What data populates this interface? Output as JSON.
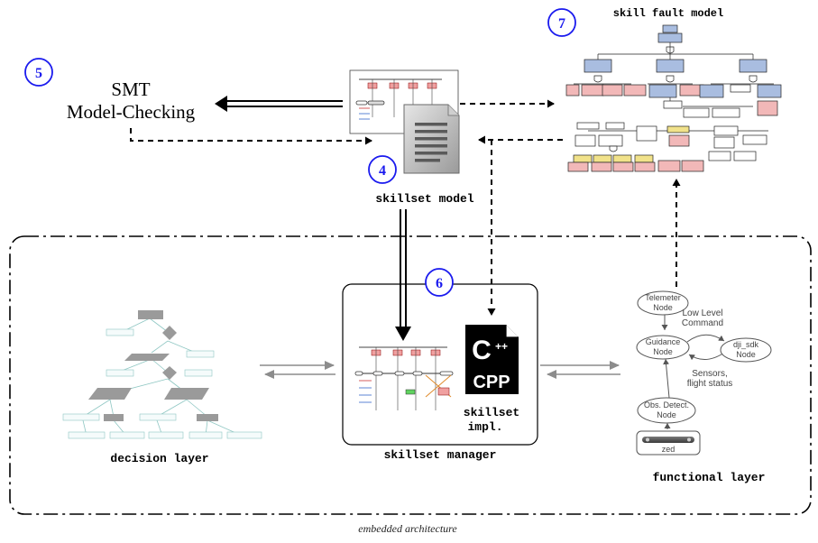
{
  "badges": {
    "smt": "5",
    "skillset_model": "4",
    "skillset_manager": "6",
    "fault_model": "7"
  },
  "smt": {
    "line1": "SMT",
    "line2": "Model-Checking"
  },
  "skillset_model": {
    "label": "skillset model"
  },
  "fault_model": {
    "title": "skill fault model"
  },
  "skillset_manager": {
    "label": "skillset manager",
    "impl_line1": "skillset",
    "impl_line2": "impl.",
    "cpp_text": "CPP",
    "cpp_letter": "C",
    "cpp_plus": "++"
  },
  "decision_layer": {
    "label": "decision layer"
  },
  "functional_layer": {
    "label": "functional layer",
    "nodes": {
      "telemeter": [
        "Telemeter",
        "Node"
      ],
      "guidance": [
        "Guidance",
        "Node"
      ],
      "dji": [
        "dji_sdk",
        "Node"
      ],
      "obs": [
        "Obs. Detect.",
        "Node"
      ],
      "zed": "zed"
    },
    "edge_labels": {
      "low_level": [
        "Low Level",
        "Command"
      ],
      "sensors": [
        "Sensors,",
        "flight status"
      ]
    }
  },
  "embedded": {
    "label": "embedded architecture"
  },
  "colors": {
    "badge_blue": "#1a1aee",
    "fault_blue": "#a9bde0",
    "fault_pink": "#f2b8b8",
    "fault_yellow": "#f1e28a",
    "decision_gray": "#9a9a9a",
    "decision_teal": "#6db6b2"
  }
}
